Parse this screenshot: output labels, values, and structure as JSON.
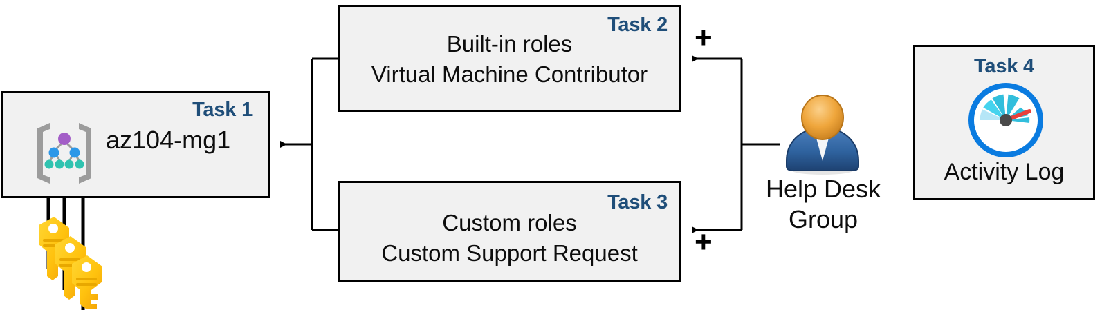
{
  "diagram": {
    "title": "Azure RBAC task diagram",
    "accent_color": "#1F4E79",
    "box_fill": "#F1F1F1",
    "box_border": "#000000"
  },
  "boxes": [
    {
      "id": "task1",
      "tag": "Task 1",
      "label": "az104-mg1",
      "icon": "management-group-icon"
    },
    {
      "id": "task2",
      "tag": "Task 2",
      "line1": "Built-in roles",
      "line2": "Virtual Machine Contributor"
    },
    {
      "id": "task3",
      "tag": "Task 3",
      "line1": "Custom roles",
      "line2": "Custom Support Request"
    },
    {
      "id": "task4",
      "tag": "Task 4",
      "label": "Activity Log",
      "icon": "gauge-icon"
    }
  ],
  "persona": {
    "icon": "user-group-icon",
    "line1": "Help Desk",
    "line2": "Group"
  },
  "keys": {
    "icon": "keys-icon",
    "count": 3
  },
  "operators": {
    "plus_top": "+",
    "plus_bottom": "+"
  },
  "icon_colors": {
    "mg_bracket": "#9C9C9C",
    "mg_root_node": "#A35EC7",
    "mg_mid_node": "#2C97E8",
    "mg_leaf_node": "#30C3B0",
    "gauge_ring": "#0A7BE0",
    "gauge_segment_dark": "#32BEDC",
    "gauge_segment_light": "#B5E6F7",
    "gauge_needle": "#E8413C",
    "persona_head": "#E8A33D",
    "persona_body": "#2D5C92",
    "key_body": "#FFC20E",
    "key_shade": "#F5A623"
  }
}
